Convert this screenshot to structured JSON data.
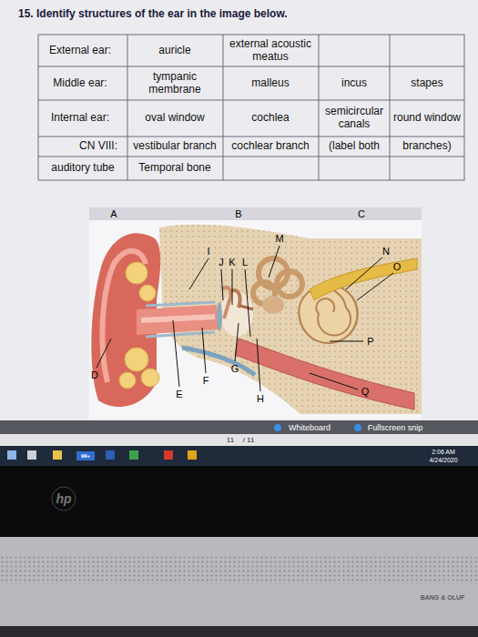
{
  "diagram": {
    "title": "15. Identify structures of the ear in the image below.",
    "labels": [
      "External ear:",
      "auricle",
      "external acoustic meatus",
      "Middle ear:",
      "tympanic membrane",
      "malleus",
      "incus",
      "stapes",
      "Internal ear:",
      "oval window",
      "cochlea",
      "semicircular canals",
      "round window",
      "CN VIII:",
      "vestibular branch",
      "cochlear branch",
      "(label both",
      "branches)",
      "auditory tube",
      "Temporal bone",
      "A",
      "B",
      "C",
      "M",
      "I",
      "J",
      "K",
      "L",
      "N",
      "O",
      "P",
      "D",
      "G",
      "F",
      "E",
      "Q",
      "H",
      "Whiteboard",
      "Fullscreen snip",
      "11",
      "/ 11",
      "2:06 AM",
      "4/24/2020",
      "99+",
      "hp",
      "BANG & OLUF"
    ]
  }
}
